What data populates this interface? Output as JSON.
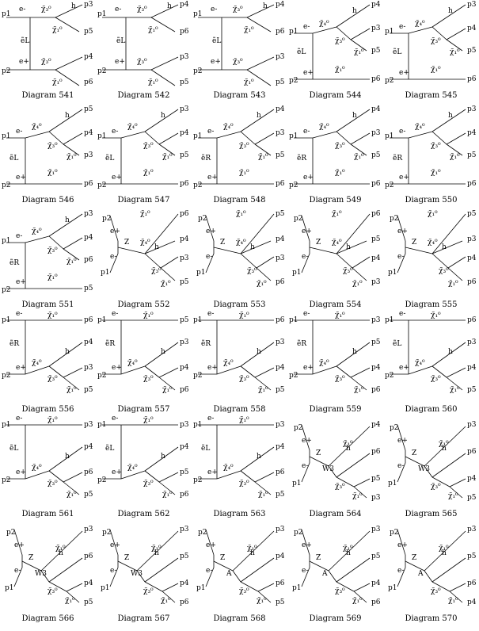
{
  "diagrams": [
    {
      "caption": "Diagram 541",
      "layout": "A",
      "labels": [
        "p1",
        "p2",
        "e-",
        "e+",
        "ẽL",
        "χ̃₃⁰",
        "χ̃₃⁰",
        "χ̃₁⁰",
        "χ̃₁⁰",
        "h",
        "p3",
        "p4",
        "p5",
        "p6"
      ]
    },
    {
      "caption": "Diagram 542",
      "layout": "A",
      "labels": [
        "p1",
        "p2",
        "e-",
        "e+",
        "ẽL",
        "χ̃₃⁰",
        "χ̃₃⁰",
        "χ̃₁⁰",
        "χ̃₁⁰",
        "h",
        "p4",
        "p3",
        "p6",
        "p5"
      ]
    },
    {
      "caption": "Diagram 543",
      "layout": "A",
      "labels": [
        "p1",
        "p2",
        "e-",
        "e+",
        "ẽL",
        "χ̃₃⁰",
        "χ̃₃⁰",
        "χ̃₁⁰",
        "χ̃₁⁰",
        "h",
        "p4",
        "p3",
        "p6",
        "p5"
      ]
    },
    {
      "caption": "Diagram 544",
      "layout": "B",
      "labels": [
        "p1",
        "p2",
        "e-",
        "e+",
        "ẽL",
        "χ̃₄⁰",
        "χ̃₃⁰",
        "χ̃₁⁰",
        "χ̃₁⁰",
        "h",
        "p4",
        "p3",
        "p5",
        "p6"
      ]
    },
    {
      "caption": "Diagram 545",
      "layout": "B",
      "labels": [
        "p1",
        "p2",
        "e-",
        "e+",
        "ẽL",
        "χ̃₄⁰",
        "χ̃₃⁰",
        "χ̃₁⁰",
        "χ̃₁⁰",
        "h",
        "p3",
        "p4",
        "p5",
        "p6"
      ]
    },
    {
      "caption": "Diagram 546",
      "layout": "C",
      "labels": [
        "p1",
        "p2",
        "e-",
        "e+",
        "ẽL",
        "χ̃₄⁰",
        "χ̃₃⁰",
        "χ̃₁⁰",
        "χ̃₁⁰",
        "h",
        "p5",
        "p4",
        "p3",
        "p6"
      ]
    },
    {
      "caption": "Diagram 547",
      "layout": "C",
      "labels": [
        "p1",
        "p2",
        "e-",
        "e+",
        "ẽL",
        "χ̃₄⁰",
        "χ̃₃⁰",
        "χ̃₁⁰",
        "χ̃₁⁰",
        "h",
        "p3",
        "p4",
        "p5",
        "p6"
      ]
    },
    {
      "caption": "Diagram 548",
      "layout": "C",
      "labels": [
        "p1",
        "p2",
        "e-",
        "e+",
        "ẽR",
        "χ̃₄⁰",
        "χ̃₃⁰",
        "χ̃₁⁰",
        "χ̃₁⁰",
        "h",
        "p4",
        "p3",
        "p5",
        "p6"
      ]
    },
    {
      "caption": "Diagram 549",
      "layout": "C",
      "labels": [
        "p1",
        "p2",
        "e-",
        "e+",
        "ẽR",
        "χ̃₄⁰",
        "χ̃₃⁰",
        "χ̃₁⁰",
        "χ̃₁⁰",
        "h",
        "p4",
        "p3",
        "p5",
        "p6"
      ]
    },
    {
      "caption": "Diagram 550",
      "layout": "C",
      "labels": [
        "p1",
        "p2",
        "e-",
        "e+",
        "ẽR",
        "χ̃₄⁰",
        "χ̃₃⁰",
        "χ̃₁⁰",
        "χ̃₁⁰",
        "h",
        "p3",
        "p4",
        "p5",
        "p6"
      ]
    },
    {
      "caption": "Diagram 551",
      "layout": "C",
      "labels": [
        "p1",
        "p2",
        "e-",
        "e+",
        "ẽR",
        "χ̃₄⁰",
        "χ̃₃⁰",
        "χ̃₁⁰",
        "χ̃₁⁰",
        "h",
        "p3",
        "p4",
        "p6",
        "p5"
      ]
    },
    {
      "caption": "Diagram 552",
      "layout": "D",
      "labels": [
        "p2",
        "p1",
        "e+",
        "e-",
        "Z",
        "χ̃₄⁰",
        "χ̃₃⁰",
        "χ̃₁⁰",
        "χ̃₁⁰",
        "h",
        "p6",
        "p4",
        "p3",
        "p5"
      ]
    },
    {
      "caption": "Diagram 553",
      "layout": "D",
      "labels": [
        "p2",
        "p1",
        "e+",
        "e-",
        "Z",
        "χ̃₄⁰",
        "χ̃₃⁰",
        "χ̃₁⁰",
        "χ̃₁⁰",
        "h",
        "p5",
        "p4",
        "p3",
        "p6"
      ]
    },
    {
      "caption": "Diagram 554",
      "layout": "D",
      "labels": [
        "p2",
        "p1",
        "e+",
        "e-",
        "Z",
        "χ̃₄⁰",
        "χ̃₃⁰",
        "χ̃₁⁰",
        "χ̃₁⁰",
        "h",
        "p6",
        "p5",
        "p4",
        "p3"
      ]
    },
    {
      "caption": "Diagram 555",
      "layout": "D",
      "labels": [
        "p2",
        "p1",
        "e+",
        "e-",
        "Z",
        "χ̃₄⁰",
        "χ̃₃⁰",
        "χ̃₁⁰",
        "χ̃₁⁰",
        "h",
        "p5",
        "p3",
        "p4",
        "p6"
      ]
    },
    {
      "caption": "Diagram 556",
      "layout": "E",
      "labels": [
        "p1",
        "p2",
        "e-",
        "e+",
        "ẽR",
        "χ̃₄⁰",
        "χ̃₃⁰",
        "χ̃₁⁰",
        "χ̃₁⁰",
        "h",
        "p6",
        "p4",
        "p3",
        "p5"
      ]
    },
    {
      "caption": "Diagram 557",
      "layout": "E",
      "labels": [
        "p1",
        "p2",
        "e-",
        "e+",
        "ẽR",
        "χ̃₄⁰",
        "χ̃₃⁰",
        "χ̃₁⁰",
        "χ̃₁⁰",
        "h",
        "p5",
        "p3",
        "p4",
        "p6"
      ]
    },
    {
      "caption": "Diagram 558",
      "layout": "E",
      "labels": [
        "p1",
        "p2",
        "e-",
        "e+",
        "ẽR",
        "χ̃₄⁰",
        "χ̃₃⁰",
        "χ̃₁⁰",
        "χ̃₁⁰",
        "h",
        "p6",
        "p3",
        "p4",
        "p5"
      ]
    },
    {
      "caption": "Diagram 559",
      "layout": "E",
      "labels": [
        "p1",
        "p2",
        "e-",
        "e+",
        "ẽR",
        "χ̃₄⁰",
        "χ̃₃⁰",
        "χ̃₁⁰",
        "χ̃₁⁰",
        "h",
        "p3",
        "p5",
        "p4",
        "p6"
      ]
    },
    {
      "caption": "Diagram 560",
      "layout": "E",
      "labels": [
        "p1",
        "p2",
        "e-",
        "e+",
        "ẽL",
        "χ̃₄⁰",
        "χ̃₃⁰",
        "χ̃₁⁰",
        "χ̃₁⁰",
        "h",
        "p6",
        "p3",
        "p4",
        "p5"
      ]
    },
    {
      "caption": "Diagram 561",
      "layout": "E",
      "labels": [
        "p1",
        "p2",
        "e-",
        "e+",
        "ẽL",
        "χ̃₄⁰",
        "χ̃₃⁰",
        "χ̃₁⁰",
        "χ̃₁⁰",
        "h",
        "p3",
        "p4",
        "p6",
        "p5"
      ]
    },
    {
      "caption": "Diagram 562",
      "layout": "E",
      "labels": [
        "p1",
        "p2",
        "e-",
        "e+",
        "ẽL",
        "χ̃₄⁰",
        "χ̃₃⁰",
        "χ̃₁⁰",
        "χ̃₁⁰",
        "h",
        "p3",
        "p4",
        "p5",
        "p6"
      ]
    },
    {
      "caption": "Diagram 563",
      "layout": "E",
      "labels": [
        "p1",
        "p2",
        "e-",
        "e+",
        "ẽL",
        "χ̃₄⁰",
        "χ̃₃⁰",
        "χ̃₁⁰",
        "χ̃₁⁰",
        "h",
        "p3",
        "p4",
        "p6",
        "p5"
      ]
    },
    {
      "caption": "Diagram 564",
      "layout": "F",
      "labels": [
        "p2",
        "p1",
        "e+",
        "e-",
        "Z",
        "W3",
        "χ̃₃⁰",
        "χ̃₁⁰",
        "χ̃₁⁰",
        "h",
        "p4",
        "p6",
        "p5",
        "p3"
      ]
    },
    {
      "caption": "Diagram 565",
      "layout": "F",
      "labels": [
        "p2",
        "p1",
        "e+",
        "e-",
        "Z",
        "W3",
        "χ̃₃⁰",
        "χ̃₁⁰",
        "χ̃₁⁰",
        "h",
        "p3",
        "p6",
        "p4",
        "p5"
      ]
    },
    {
      "caption": "Diagram 566",
      "layout": "F",
      "labels": [
        "p2",
        "p1",
        "e+",
        "e-",
        "Z",
        "W3",
        "χ̃₃⁰",
        "χ̃₁⁰",
        "χ̃₁⁰",
        "h",
        "p3",
        "p6",
        "p4",
        "p5"
      ]
    },
    {
      "caption": "Diagram 567",
      "layout": "F",
      "labels": [
        "p2",
        "p1",
        "e+",
        "e-",
        "Z",
        "W3",
        "χ̃₃⁰",
        "χ̃₁⁰",
        "χ̃₁⁰",
        "h",
        "p3",
        "p5",
        "p4",
        "p6"
      ]
    },
    {
      "caption": "Diagram 568",
      "layout": "F",
      "labels": [
        "p2",
        "p1",
        "e+",
        "e-",
        "Z",
        "A",
        "χ̃₃⁰",
        "χ̃₁⁰",
        "χ̃₁⁰",
        "h",
        "p3",
        "p4",
        "p6",
        "p5"
      ]
    },
    {
      "caption": "Diagram 569",
      "layout": "F",
      "labels": [
        "p2",
        "p1",
        "e+",
        "e-",
        "Z",
        "A",
        "χ̃₃⁰",
        "χ̃₁⁰",
        "χ̃₁⁰",
        "h",
        "p3",
        "p5",
        "p4",
        "p6"
      ]
    },
    {
      "caption": "Diagram 570",
      "layout": "F",
      "labels": [
        "p2",
        "p1",
        "e+",
        "e-",
        "Z",
        "A",
        "χ̃₃⁰",
        "χ̃₁⁰",
        "χ̃₁⁰",
        "h",
        "p3",
        "p5",
        "p6",
        "p4"
      ]
    }
  ]
}
